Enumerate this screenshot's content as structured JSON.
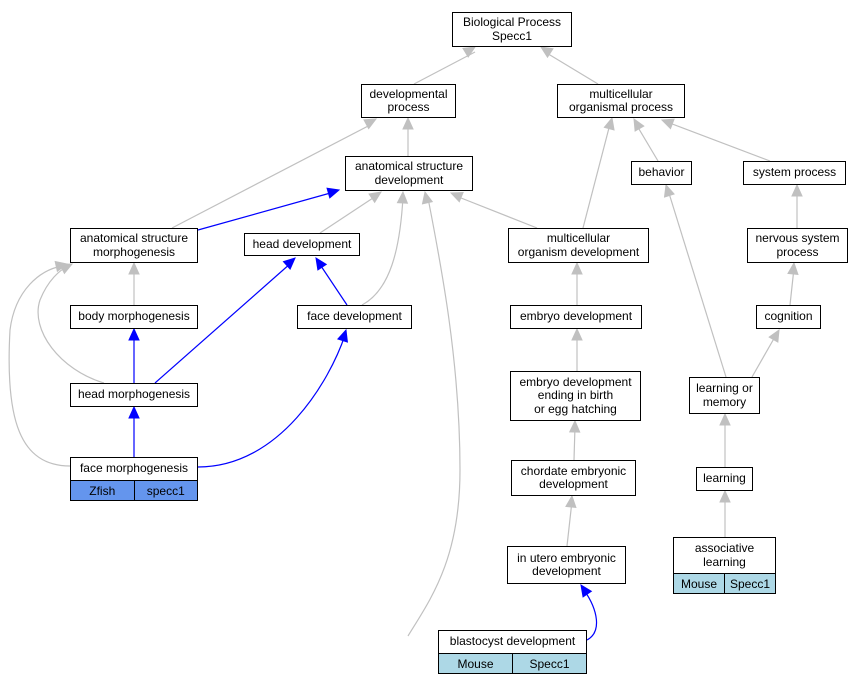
{
  "colors": {
    "gray_edge": "#c0c0c0",
    "blue_edge": "#0000ff",
    "zfish_tag": "#6495ed",
    "mouse_tag": "#add8e6"
  },
  "nodes": {
    "bio_process": "Biological Process\nSpecc1",
    "dev_process": "developmental\nprocess",
    "multi_org_process": "multicellular\norganismal process",
    "anat_struct_dev": "anatomical structure\ndevelopment",
    "behavior": "behavior",
    "system_process": "system process",
    "anat_struct_morph": "anatomical structure\nmorphogenesis",
    "head_dev": "head development",
    "multi_org_dev": "multicellular\norganism development",
    "nervous_sys_process": "nervous system\nprocess",
    "body_morph": "body morphogenesis",
    "face_dev": "face development",
    "embryo_dev": "embryo development",
    "cognition": "cognition",
    "embryo_dev_birth": "embryo development\nending in birth\nor egg hatching",
    "learning_memory": "learning or\nmemory",
    "head_morph": "head morphogenesis",
    "chordate_embryonic": "chordate embryonic\ndevelopment",
    "face_morph": "face morphogenesis",
    "learning": "learning",
    "in_utero": "in utero embryonic\ndevelopment",
    "assoc_learning": "associative\nlearning",
    "blastocyst_dev": "blastocyst development"
  },
  "tags": {
    "face_morph": [
      "Zfish",
      "specc1"
    ],
    "assoc_learning": [
      "Mouse",
      "Specc1"
    ],
    "blastocyst_dev": [
      "Mouse",
      "Specc1"
    ]
  }
}
